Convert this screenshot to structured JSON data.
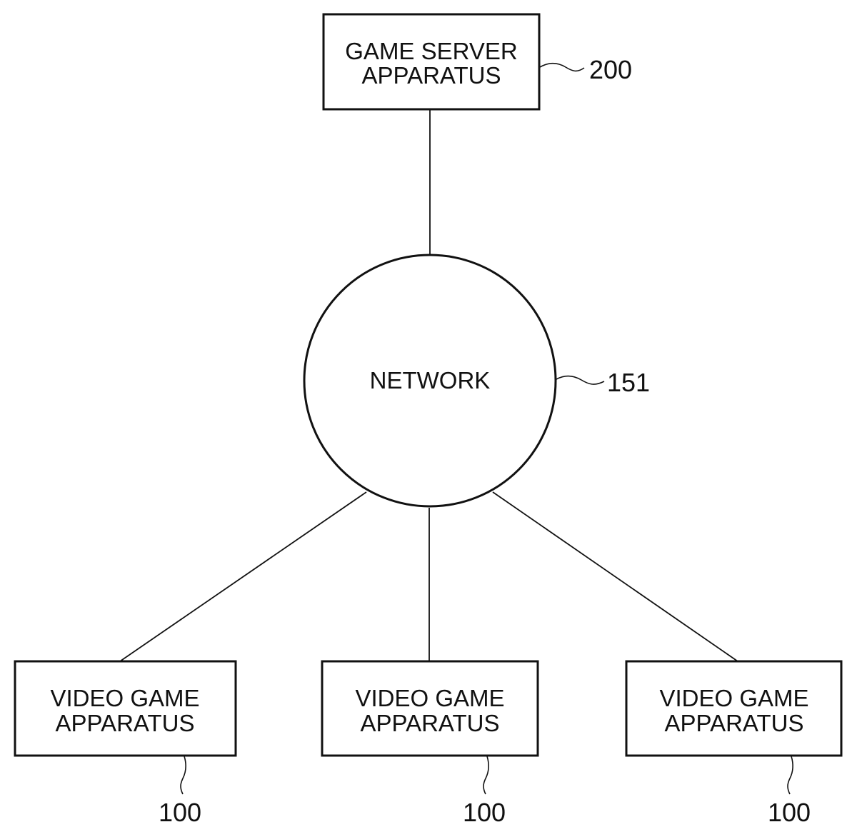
{
  "figure": {
    "server": {
      "label_lines": [
        "GAME SERVER",
        "APPARATUS"
      ],
      "ref": "200"
    },
    "network": {
      "label": "NETWORK",
      "ref": "151"
    },
    "clients": [
      {
        "label_lines": [
          "VIDEO GAME",
          "APPARATUS"
        ],
        "ref": "100"
      },
      {
        "label_lines": [
          "VIDEO GAME",
          "APPARATUS"
        ],
        "ref": "100"
      },
      {
        "label_lines": [
          "VIDEO GAME",
          "APPARATUS"
        ],
        "ref": "100"
      }
    ],
    "connections": [
      {
        "from": "server",
        "to": "network"
      },
      {
        "from": "network",
        "to": "client-1"
      },
      {
        "from": "network",
        "to": "client-2"
      },
      {
        "from": "network",
        "to": "client-3"
      }
    ]
  },
  "colors": {
    "line": "#111111",
    "background": "#ffffff"
  }
}
